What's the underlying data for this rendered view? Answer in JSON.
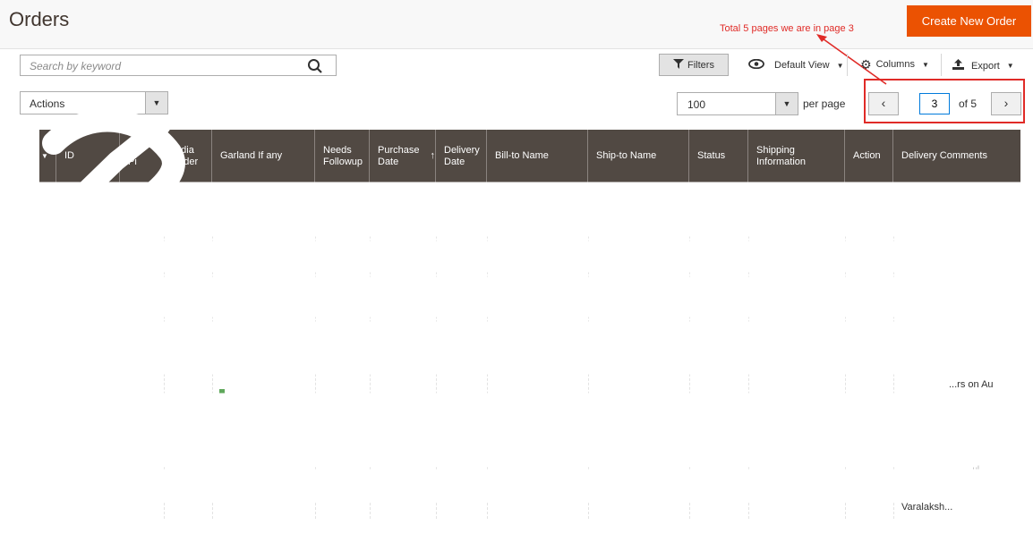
{
  "page": {
    "title": "Orders"
  },
  "header": {
    "create_button": "Create New Order"
  },
  "annotation": {
    "text": "Total 5 pages we are in page 3",
    "color": "#e02b27"
  },
  "search": {
    "placeholder": "Search by keyword",
    "value": ""
  },
  "toolbar": {
    "filters_label": "Filters",
    "view_label": "Default View",
    "columns_label": "Columns",
    "export_label": "Export"
  },
  "actions": {
    "label": "Actions"
  },
  "pagination": {
    "per_page_value": "100",
    "per_page_label": "per page",
    "current_page": "3",
    "of_label": "of 5",
    "total_pages": 5
  },
  "grid": {
    "columns": [
      "",
      "ID",
      "St\nPi",
      "India Order",
      "Garland If any",
      "Needs Followup",
      "Purchase Date",
      "Delivery Date",
      "Bill-to Name",
      "Ship-to Name",
      "Status",
      "Shipping Information",
      "Action",
      "Delivery Comments"
    ],
    "visible_fragments": {
      "comments_1": "...rs on Au",
      "comments_2": "Varalaksh...",
      "comments_3": "...ul..."
    }
  },
  "colors": {
    "accent": "#eb5202",
    "header_bg": "#514943",
    "annotation_red": "#e02b27",
    "link_blue": "#007bdb"
  }
}
